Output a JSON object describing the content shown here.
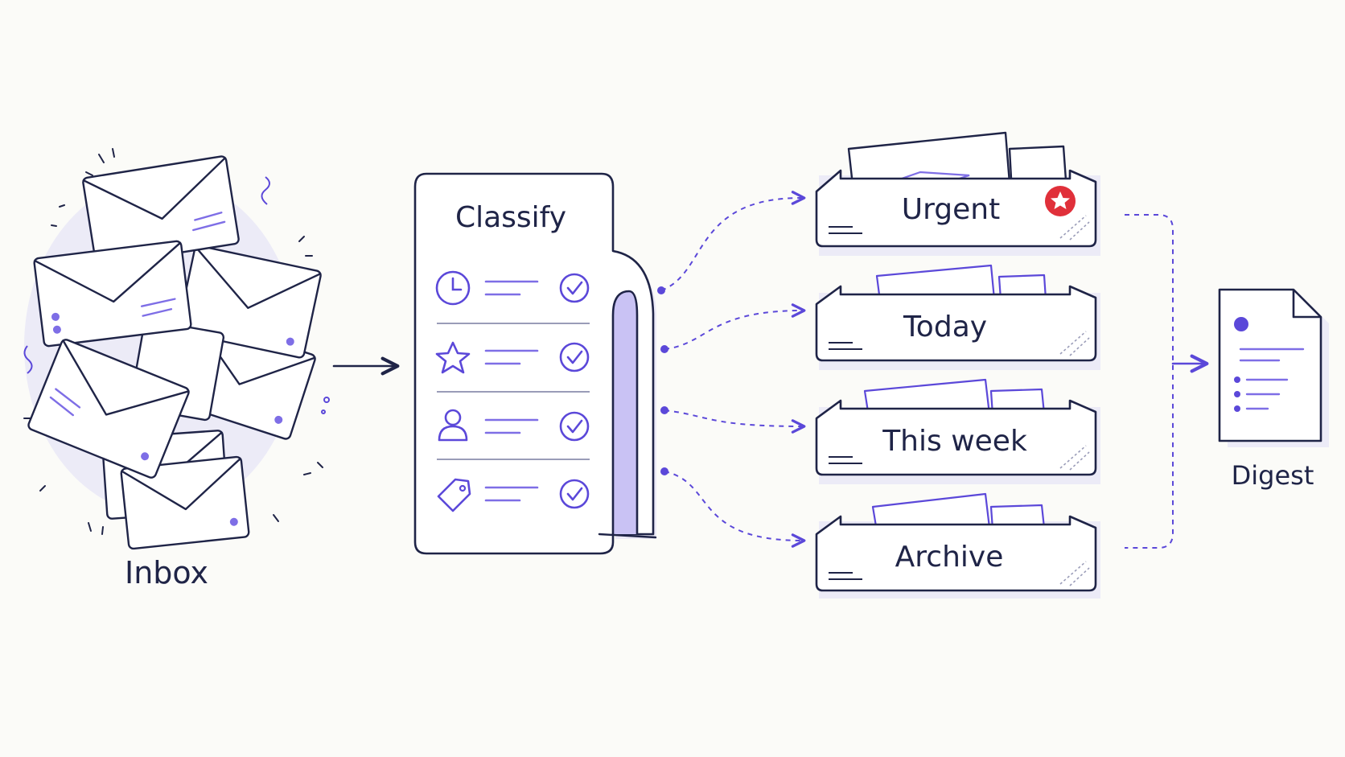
{
  "diagram": {
    "inbox": {
      "label": "Inbox"
    },
    "classifier": {
      "title": "Classify",
      "rules": [
        {
          "icon": "clock-icon",
          "checked": true
        },
        {
          "icon": "star-icon",
          "checked": true
        },
        {
          "icon": "person-icon",
          "checked": true
        },
        {
          "icon": "tag-icon",
          "checked": true
        }
      ]
    },
    "trays": [
      {
        "label": "Urgent",
        "badge": "star-badge-icon"
      },
      {
        "label": "Today"
      },
      {
        "label": "This week"
      },
      {
        "label": "Archive"
      }
    ],
    "digest": {
      "label": "Digest"
    }
  },
  "colors": {
    "ink": "#1f2447",
    "accent": "#5b48d9",
    "accent_soft": "#c9c2f4",
    "shadow": "#e7e5f6",
    "badge": "#e0303a",
    "background": "#fbfbf8"
  }
}
